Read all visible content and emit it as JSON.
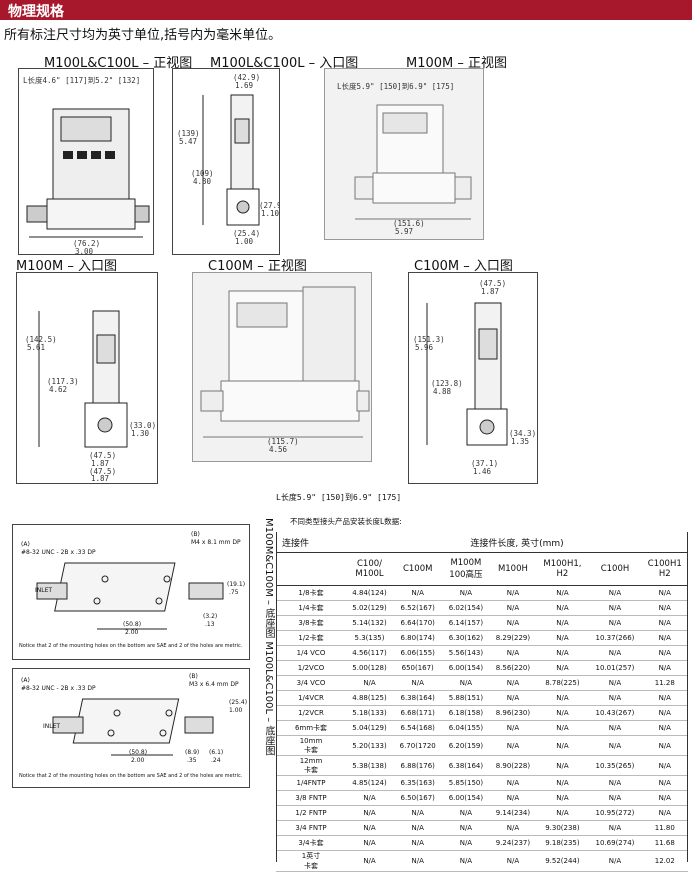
{
  "header": {
    "section_title": "物理规格",
    "units_note": "所有标注尺寸均为英寸单位,括号内为毫米单位。",
    "banner_color": "#a8182c"
  },
  "views": {
    "m100l_front": {
      "title": "M100L&C100L – 正视图",
      "length_label": "L长度4.6\" [117]到5.2\" [132]",
      "dim_1": "(76.2)",
      "dim_2": "3.00",
      "dim_L": "L"
    },
    "m100l_inlet": {
      "title": "M100L&C100L – 入口图",
      "dim_a": "(42.9)",
      "dim_b": "1.69",
      "dim_c": "(25.4)",
      "dim_d": "1.00",
      "dim_e": "(139)",
      "dim_f": "5.47",
      "dim_g": "(109)",
      "dim_h": "4.30",
      "dim_i": "(27.9)",
      "dim_j": "1.10",
      "dim_k": "(25.4)",
      "dim_l": "1.00"
    },
    "m100m_front": {
      "title": "M100M – 正视图",
      "length_label": "L长度5.9\" [150]到6.9\" [175]",
      "dim_1": "(151.6)",
      "dim_2": "5.97"
    },
    "m100m_inlet": {
      "title": "M100M – 入口图",
      "dim_a": "(142.5)",
      "dim_b": "5.61",
      "dim_c": "(117.3)",
      "dim_d": "4.62",
      "dim_e": "(33.0)",
      "dim_f": "1.30",
      "dim_g": "(47.5)",
      "dim_h": "1.87",
      "dim_i": "(47.5)",
      "dim_j": "1.87"
    },
    "c100m_front": {
      "title": "C100M – 正视图",
      "dim_1": "(115.7)",
      "dim_2": "4.56"
    },
    "c100m_inlet": {
      "title": "C100M – 入口图",
      "dim_a": "(47.5)",
      "dim_b": "1.87",
      "dim_c": "(151.3)",
      "dim_d": "5.96",
      "dim_e": "(123.8)",
      "dim_f": "4.88",
      "dim_g": "(34.3)",
      "dim_h": "1.35",
      "dim_i": "(37.1)",
      "dim_j": "1.46"
    },
    "bottom_length_note": "L长度5.9\" [150]到6.9\" [175]"
  },
  "base_views": {
    "caption": "M100M&C100M – 底座图 M100L&C100L – 底座图",
    "drawing_1": {
      "callout_a": "(A)",
      "callout_a_text": "#8-32 UNC - 2B x .33 DP",
      "callout_b": "(B)",
      "callout_b_text": "M4 x 8.1 mm DP",
      "inlet": "INLET",
      "dim_1": "(50.8)",
      "dim_2": "2.00",
      "dim_3": "(3.2)",
      "dim_4": ".13",
      "dim_5": "(19.1)",
      "dim_6": ".75",
      "note": "Notice that 2 of the mounting holes on the bottom are SAE and 2 of the holes are metric."
    },
    "drawing_2": {
      "callout_a": "(A)",
      "callout_a_text": "#8-32 UNC - 2B x .33 DP",
      "callout_b": "(B)",
      "callout_b_text": "M3 x 6.4 mm DP",
      "inlet": "INLET",
      "dim_1": "(50.8)",
      "dim_2": "2.00",
      "dim_3": "(6.1)",
      "dim_4": ".24",
      "dim_5": "(25.4)",
      "dim_6": "1.00",
      "dim_7": "(8.9)",
      "dim_8": ".35",
      "note": "Notice that 2 of the mounting holes on the bottom are SAE and 2 of the holes are metric."
    }
  },
  "table": {
    "note": "不同类型接头产品安装长度L数据:",
    "head_connector": "连接件",
    "head_length": "连接件长度, 英寸(mm)",
    "columns": [
      "C100/\nM100L",
      "C100M",
      "M100M\n100高压",
      "M100H",
      "M100H1,\nH2",
      "C100H",
      "C100H1\nH2"
    ],
    "rows": [
      [
        "1/8卡套",
        "4.84(124)",
        "N/A",
        "N/A",
        "N/A",
        "N/A",
        "N/A",
        "N/A"
      ],
      [
        "1/4卡套",
        "5.02(129)",
        "6.52(167)",
        "6.02(154)",
        "N/A",
        "N/A",
        "N/A",
        "N/A"
      ],
      [
        "3/8卡套",
        "5.14(132)",
        "6.64(170)",
        "6.14(157)",
        "N/A",
        "N/A",
        "N/A",
        "N/A"
      ],
      [
        "1/2卡套",
        "5.3(135)",
        "6.80(174)",
        "6.30(162)",
        "8.29(229)",
        "N/A",
        "10.37(266)",
        "N/A"
      ],
      [
        "1/4 VCO",
        "4.56(117)",
        "6.06(155)",
        "5.56(143)",
        "N/A",
        "N/A",
        "N/A",
        "N/A"
      ],
      [
        "1/2VCO",
        "5.00(128)",
        "650(167)",
        "6.00(154)",
        "8.56(220)",
        "N/A",
        "10.01(257)",
        "N/A"
      ],
      [
        "3/4 VCO",
        "N/A",
        "N/A",
        "N/A",
        "N/A",
        "8.78(225)",
        "N/A",
        "11.28"
      ],
      [
        "1/4VCR",
        "4.88(125)",
        "6.38(164)",
        "5.88(151)",
        "N/A",
        "N/A",
        "N/A",
        "N/A"
      ],
      [
        "1/2VCR",
        "5.18(133)",
        "6.68(171)",
        "6.18(158)",
        "8.96(230)",
        "N/A",
        "10.43(267)",
        "N/A"
      ],
      [
        "6mm卡套",
        "5.04(129)",
        "6.54(168)",
        "6.04(155)",
        "N/A",
        "N/A",
        "N/A",
        "N/A"
      ],
      [
        "10mm\n卡套",
        "5.20(133)",
        "6.70(1720",
        "6.20(159)",
        "N/A",
        "N/A",
        "N/A",
        "N/A"
      ],
      [
        "12mm\n卡套",
        "5.38(138)",
        "6.88(176)",
        "6.38(164)",
        "8.90(228)",
        "N/A",
        "10.35(265)",
        "N/A"
      ],
      [
        "1/4FNTP",
        "4.85(124)",
        "6.35(163)",
        "5.85(150)",
        "N/A",
        "N/A",
        "N/A",
        "N/A"
      ],
      [
        "3/8 FNTP",
        "N/A",
        "6.50(167)",
        "6.00(154)",
        "N/A",
        "N/A",
        "N/A",
        "N/A"
      ],
      [
        "1/2 FNTP",
        "N/A",
        "N/A",
        "N/A",
        "9.14(234)",
        "N/A",
        "10.95(272)",
        "N/A"
      ],
      [
        "3/4 FNTP",
        "N/A",
        "N/A",
        "N/A",
        "N/A",
        "9.30(238)",
        "N/A",
        "11.80"
      ],
      [
        "3/4卡套",
        "N/A",
        "N/A",
        "N/A",
        "9.24(237)",
        "9.18(235)",
        "10.69(274)",
        "11.68"
      ],
      [
        "1英寸\n卡套",
        "N/A",
        "N/A",
        "N/A",
        "N/A",
        "9.52(244)",
        "N/A",
        "12.02"
      ]
    ]
  }
}
